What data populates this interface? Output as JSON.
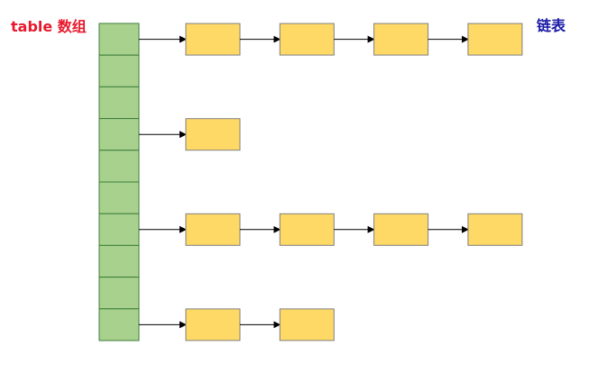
{
  "labels": {
    "array": "table 数组",
    "linked_list": "链表"
  },
  "colors": {
    "array_label": "#e8192c",
    "list_label": "#1a1aa8",
    "bucket_fill": "#a9d18e",
    "bucket_stroke": "#3b7d3b",
    "node_fill": "#ffd966",
    "node_stroke": "#7f7f7f",
    "arrow": "#000000"
  },
  "diagram": {
    "bucket_count": 10,
    "chains": [
      {
        "bucket": 0,
        "length": 4
      },
      {
        "bucket": 3,
        "length": 1
      },
      {
        "bucket": 6,
        "length": 4
      },
      {
        "bucket": 9,
        "length": 2
      }
    ]
  }
}
